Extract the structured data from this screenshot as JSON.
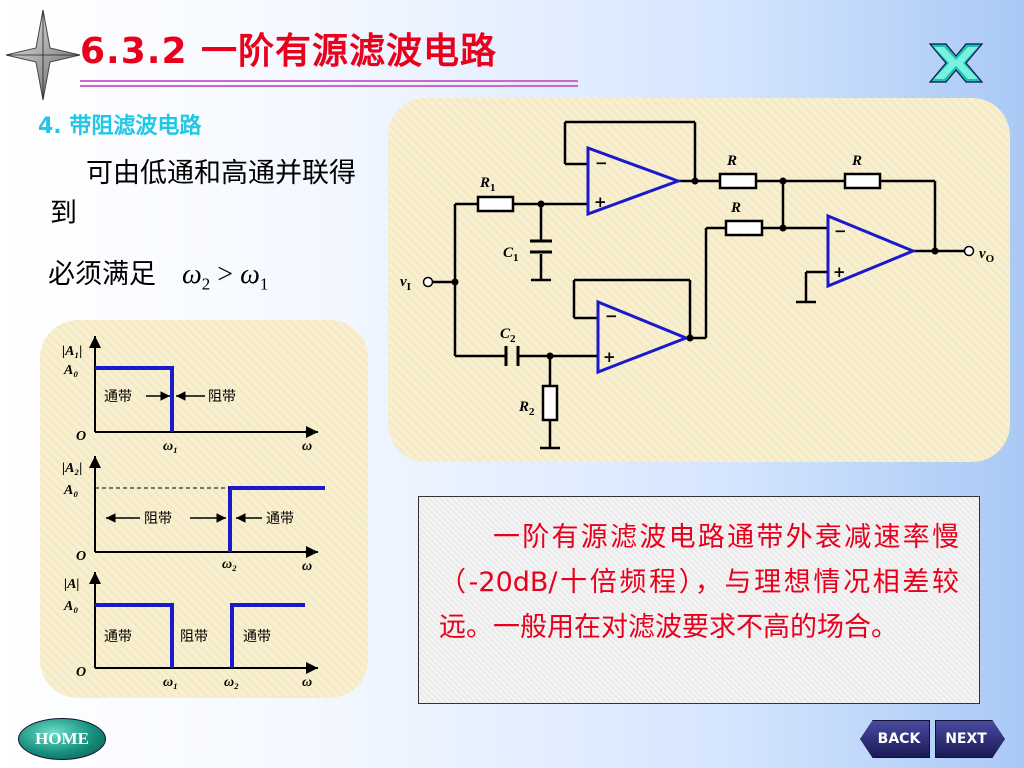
{
  "header": {
    "title": "6.3.2 一阶有源滤波电路"
  },
  "section": {
    "subtitle": "4. 带阻滤波电路",
    "desc": "可由低通和高通并联得到",
    "condition_label": "必须满足",
    "condition_lhs": "ω",
    "condition_lhs_sub": "2",
    "condition_op": " > ",
    "condition_rhs": "ω",
    "condition_rhs_sub": "1"
  },
  "circuit": {
    "R1": "R",
    "R1_sub": "1",
    "R2": "R",
    "R2_sub": "2",
    "C1": "C",
    "C1_sub": "1",
    "C2": "C",
    "C2_sub": "2",
    "R_top1": "R",
    "R_top2": "R",
    "R_mid": "R",
    "input": "v",
    "input_sub": "I",
    "output": "v",
    "output_sub": "O",
    "minus": "−",
    "plus": "+"
  },
  "graphs": {
    "g1": {
      "ylabel": "|A₁|",
      "a0": "A₀",
      "origin": "O",
      "w": "ω₁",
      "axis": "ω",
      "band_pass": "通带",
      "band_stop": "阻带"
    },
    "g2": {
      "ylabel": "|A₂|",
      "a0": "A₀",
      "origin": "O",
      "w": "ω₂",
      "axis": "ω",
      "band_stop": "阻带",
      "band_pass": "通带"
    },
    "g3": {
      "ylabel": "|A|",
      "a0": "A₀",
      "origin": "O",
      "w1": "ω₁",
      "w2": "ω₂",
      "axis": "ω",
      "band_pass_left": "通带",
      "band_stop": "阻带",
      "band_pass_right": "通带"
    }
  },
  "note": {
    "text": "一阶有源滤波电路通带外衰减速率慢（-20dB/十倍频程），与理想情况相差较远。一般用在对滤波要求不高的场合。"
  },
  "nav": {
    "home": "HOME",
    "back": "BACK",
    "next": "NEXT"
  },
  "colors": {
    "title": "#e8001c",
    "subtitle": "#22c7e6",
    "curve": "#1a1acc",
    "opamp": "#1a1acc",
    "note_text": "#e8001c"
  }
}
